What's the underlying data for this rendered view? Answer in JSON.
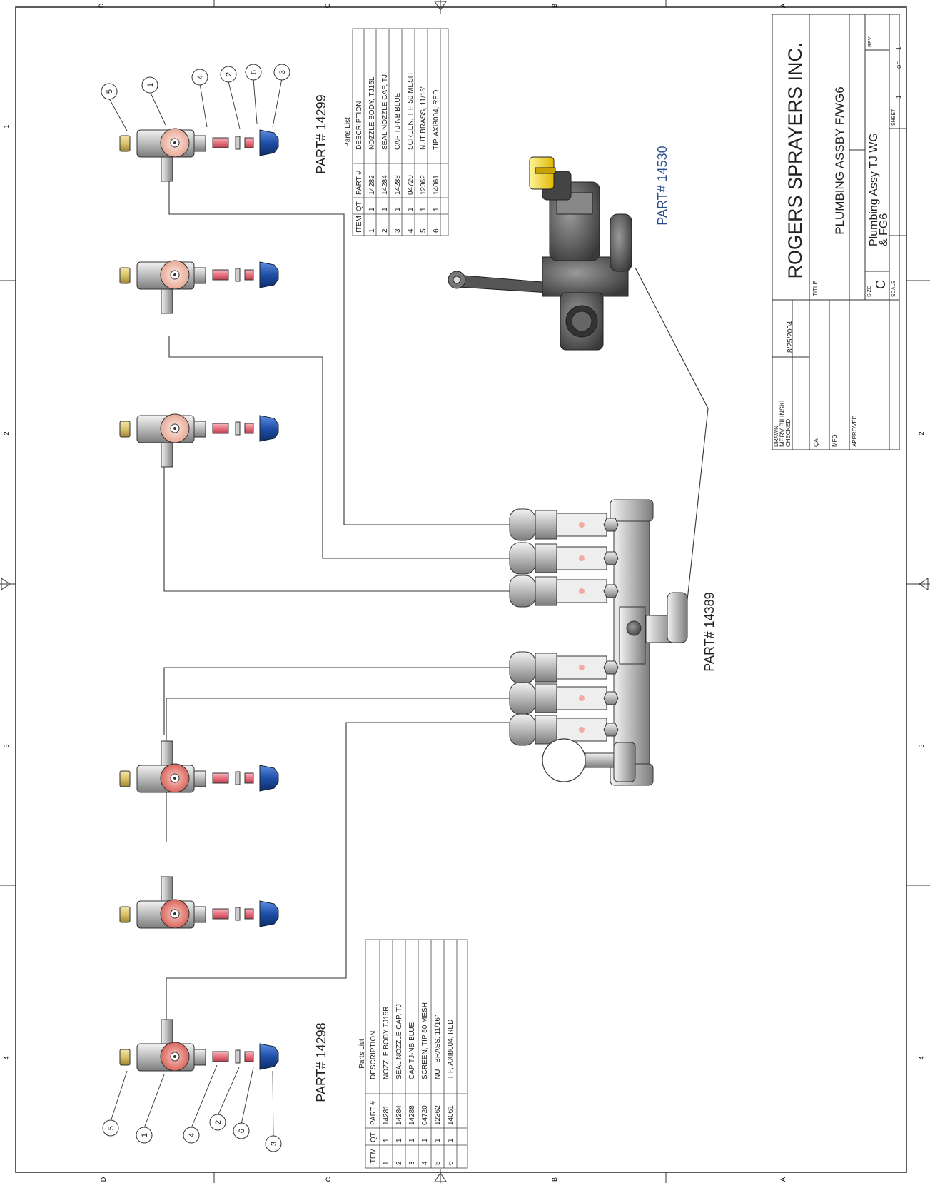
{
  "border": {
    "zone_letters": [
      "D",
      "C",
      "B",
      "A"
    ],
    "zone_numbers": [
      "1",
      "2",
      "3",
      "4"
    ]
  },
  "title_block": {
    "company": "ROGERS SPRAYERS INC.",
    "title_label": "TITLE",
    "title": "PLUMBING ASSBY F/WG6",
    "drawn_label": "DRAWN",
    "drawn_by": "MERV BILINSKI",
    "drawn_date": "8/25/2004",
    "checked_label": "CHECKED",
    "qa_label": "QA",
    "mfg_label": "MFG",
    "approved_label": "APPROVED",
    "size_label": "SIZE",
    "size": "C",
    "dwg_name_line1": "Plumbing Assy TJ WG",
    "dwg_name_line2": "& FG6",
    "rev_label": "REV",
    "scale_label": "SCALE",
    "sheet_label": "SHEET",
    "sheet_num": "1",
    "of_label": "OF",
    "sheet_total": "1"
  },
  "parts_top": {
    "caption": "Parts List",
    "headers": [
      "ITEM",
      "QT",
      "PART #",
      "DESCRIPTION"
    ],
    "rows": [
      [
        "1",
        "1",
        "14282",
        "NOZZLE BODY, TJ15L"
      ],
      [
        "2",
        "1",
        "14284",
        "SEAL NOZZLE CAP, TJ"
      ],
      [
        "3",
        "1",
        "14288",
        "CAP TJ-NB BLUE"
      ],
      [
        "4",
        "1",
        "04720",
        "SCREEN, TIP 50 MESH"
      ],
      [
        "5",
        "1",
        "12362",
        "NUT BRASS, 11/16\""
      ],
      [
        "6",
        "1",
        "14061",
        "TIP, AXI8004, RED"
      ]
    ]
  },
  "parts_bottom": {
    "caption": "Parts List",
    "headers": [
      "ITEM",
      "QT",
      "PART #",
      "DESCRIPTION"
    ],
    "rows": [
      [
        "1",
        "1",
        "14281",
        "NOZZLE BODY TJ15R"
      ],
      [
        "2",
        "1",
        "14284",
        "SEAL NOZZLE CAP, TJ"
      ],
      [
        "3",
        "1",
        "14288",
        "CAP TJ-NB BLUE"
      ],
      [
        "4",
        "1",
        "04720",
        "SCREEN, TIP 50 MESH"
      ],
      [
        "5",
        "1",
        "12362",
        "NUT BRASS, 11/16\""
      ],
      [
        "6",
        "1",
        "14061",
        "TIP, AXI8004, RED"
      ]
    ]
  },
  "labels": {
    "part_14299": "PART# 14299",
    "part_14298": "PART# 14298",
    "part_14530": "PART# 14530",
    "part_14389": "PART# 14389"
  },
  "balloons_top": [
    "5",
    "1",
    "4",
    "2",
    "6",
    "3"
  ],
  "balloons_bottom": [
    "5",
    "1",
    "4",
    "2",
    "6",
    "3"
  ],
  "colors": {
    "line": "#333333",
    "cap_blue": "#1f4fa8",
    "tip_pink": "#e8707e",
    "brass": "#d9c26a",
    "body_gray": "#b8b8b8",
    "part_14530_text": "#2d4f8f"
  }
}
